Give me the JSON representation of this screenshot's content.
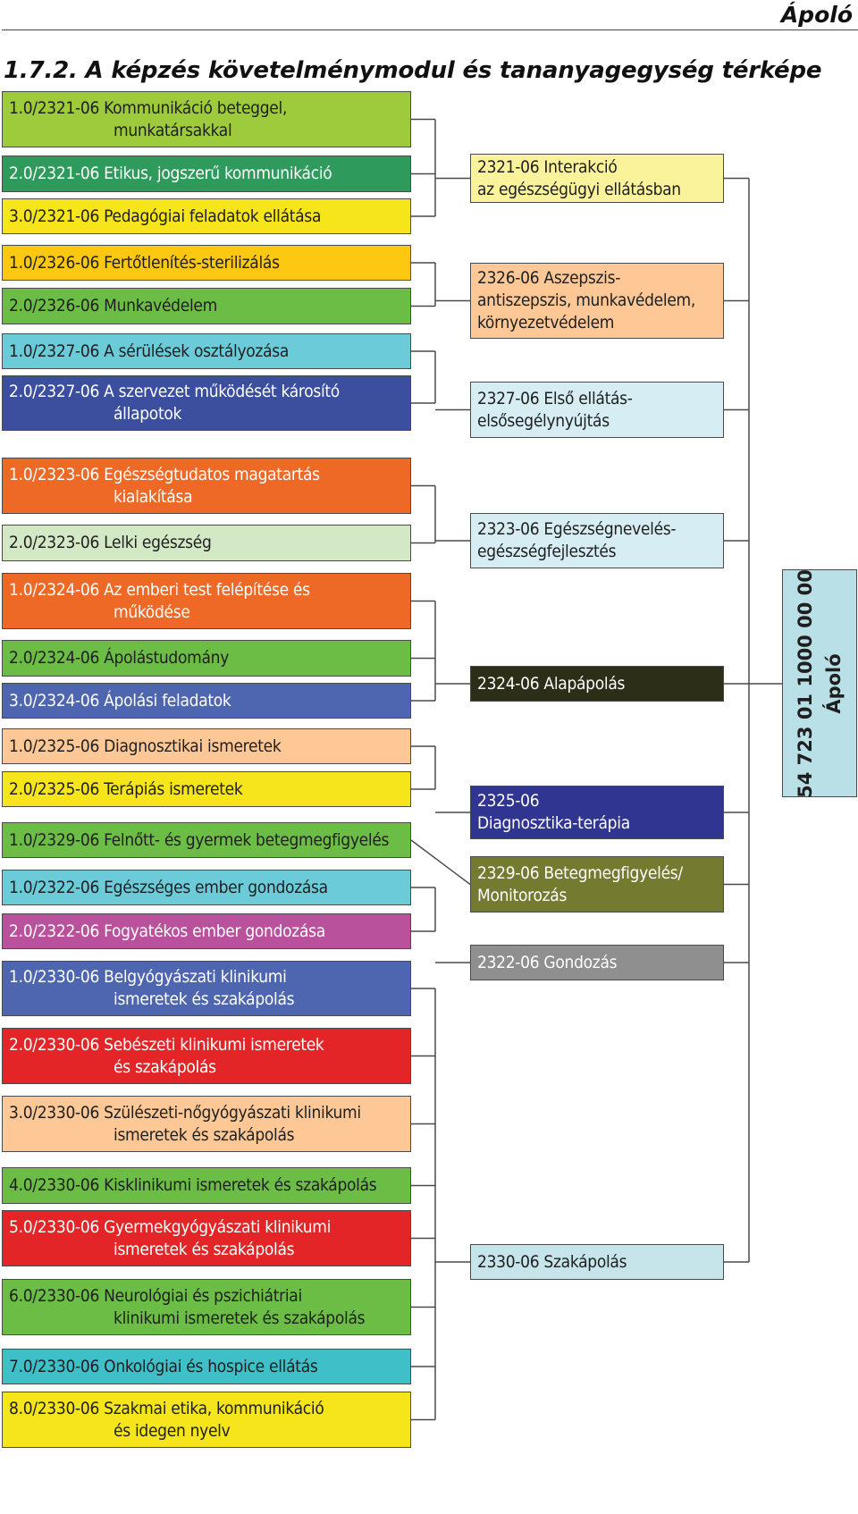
{
  "header": {
    "title": "Ápoló"
  },
  "section_title": "1.7.2. A képzés követelménymodul és tananyagegység térképe",
  "units": [
    {
      "l1": "1.0/2321-06 Kommunikáció beteggel,",
      "l2": "munkatársakkal",
      "color": "#9ecb3b"
    },
    {
      "l1": "2.0/2321-06 Etikus, jogszerű kommunikáció",
      "l2": "",
      "color": "#2e9a5c"
    },
    {
      "l1": "3.0/2321-06 Pedagógiai feladatok ellátása",
      "l2": "",
      "color": "#f5e51a"
    },
    {
      "l1": "1.0/2326-06 Fertőtlenítés-sterilizálás",
      "l2": "",
      "color": "#fcc811"
    },
    {
      "l1": "2.0/2326-06 Munkavédelem",
      "l2": "",
      "color": "#6cbd45"
    },
    {
      "l1": "1.0/2327-06 A sérülések osztályozása",
      "l2": "",
      "color": "#6ccbd9"
    },
    {
      "l1": "2.0/2327-06 A szervezet működését károsító",
      "l2": "állapotok",
      "color": "#3b4f9e"
    },
    {
      "l1": "1.0/2323-06 Egészségtudatos magatartás",
      "l2": "kialakítása",
      "color": "#ee6826"
    },
    {
      "l1": "2.0/2323-06 Lelki egészség",
      "l2": "",
      "color": "#d3e8c5"
    },
    {
      "l1": "1.0/2324-06 Az emberi test felépítése és",
      "l2": "működése",
      "color": "#ee6826"
    },
    {
      "l1": "2.0/2324-06 Ápolástudomány",
      "l2": "",
      "color": "#6cbd45"
    },
    {
      "l1": "3.0/2324-06 Ápolási feladatok",
      "l2": "",
      "color": "#4e66b0"
    },
    {
      "l1": "1.0/2325-06 Diagnosztikai ismeretek",
      "l2": "",
      "color": "#fdc896"
    },
    {
      "l1": "2.0/2325-06 Terápiás ismeretek",
      "l2": "",
      "color": "#f5e51a"
    },
    {
      "l1": "1.0/2329-06 Felnőtt- és gyermek betegmegfigyelés",
      "l2": "",
      "color": "#6cbd45"
    },
    {
      "l1": "1.0/2322-06 Egészséges ember gondozása",
      "l2": "",
      "color": "#6ccbd9"
    },
    {
      "l1": "2.0/2322-06 Fogyatékos ember gondozása",
      "l2": "",
      "color": "#b9519d"
    },
    {
      "l1": "1.0/2330-06 Belgyógyászati klinikumi",
      "l2": "ismeretek és szakápolás",
      "color": "#4e66b0"
    },
    {
      "l1": "2.0/2330-06 Sebészeti klinikumi ismeretek",
      "l2": "és szakápolás",
      "color": "#e42527"
    },
    {
      "l1": "3.0/2330-06 Szülészeti-nőgyógyászati klinikumi",
      "l2": "ismeretek és szakápolás",
      "color": "#fdc896"
    },
    {
      "l1": "4.0/2330-06 Kisklinikumi ismeretek és szakápolás",
      "l2": "",
      "color": "#6cbd45"
    },
    {
      "l1": "5.0/2330-06 Gyermekgyógyászati klinikumi",
      "l2": "ismeretek és szakápolás",
      "color": "#e42527"
    },
    {
      "l1": "6.0/2330-06 Neurológiai és pszichiátriai",
      "l2": "klinikumi ismeretek és szakápolás",
      "color": "#6cbd45"
    },
    {
      "l1": "7.0/2330-06 Onkológiai és hospice ellátás",
      "l2": "",
      "color": "#3fbfc8"
    },
    {
      "l1": "8.0/2330-06 Szakmai etika, kommunikáció",
      "l2": "és idegen nyelv",
      "color": "#f5e51a"
    }
  ],
  "modules": [
    {
      "l1": "2321-06 Interakció",
      "l2": "az egészségügyi ellátásban",
      "l3": "",
      "color": "#fbf39b"
    },
    {
      "l1": "2326-06 Aszepszis-",
      "l2": "antiszepszis, munkavédelem,",
      "l3": "környezetvédelem",
      "color": "#fdc896"
    },
    {
      "l1": "2327-06 Első ellátás-",
      "l2": "elsősegélynyújtás",
      "l3": "",
      "color": "#d5edf3"
    },
    {
      "l1": "2323-06 Egészségnevelés-",
      "l2": "egészségfejlesztés",
      "l3": "",
      "color": "#d5edf3"
    },
    {
      "l1": "2324-06 Alapápolás",
      "l2": "",
      "l3": "",
      "color": "#2d2e17"
    },
    {
      "l1": "2325-06",
      "l2": "Diagnosztika-terápia",
      "l3": "",
      "color": "#2f3591"
    },
    {
      "l1": "2329-06 Betegmegfigyelés/",
      "l2": "Monitorozás",
      "l3": "",
      "color": "#747a30"
    },
    {
      "l1": "2322-06 Gondozás",
      "l2": "",
      "l3": "",
      "color": "#8f8f8f"
    },
    {
      "l1": "2330-06 Szakápolás",
      "l2": "",
      "l3": "",
      "color": "#c5e5ea"
    }
  ],
  "qualification": {
    "code": "54 723 01 1000 00 00",
    "name": "Ápoló",
    "color": "#b9e0e6"
  }
}
